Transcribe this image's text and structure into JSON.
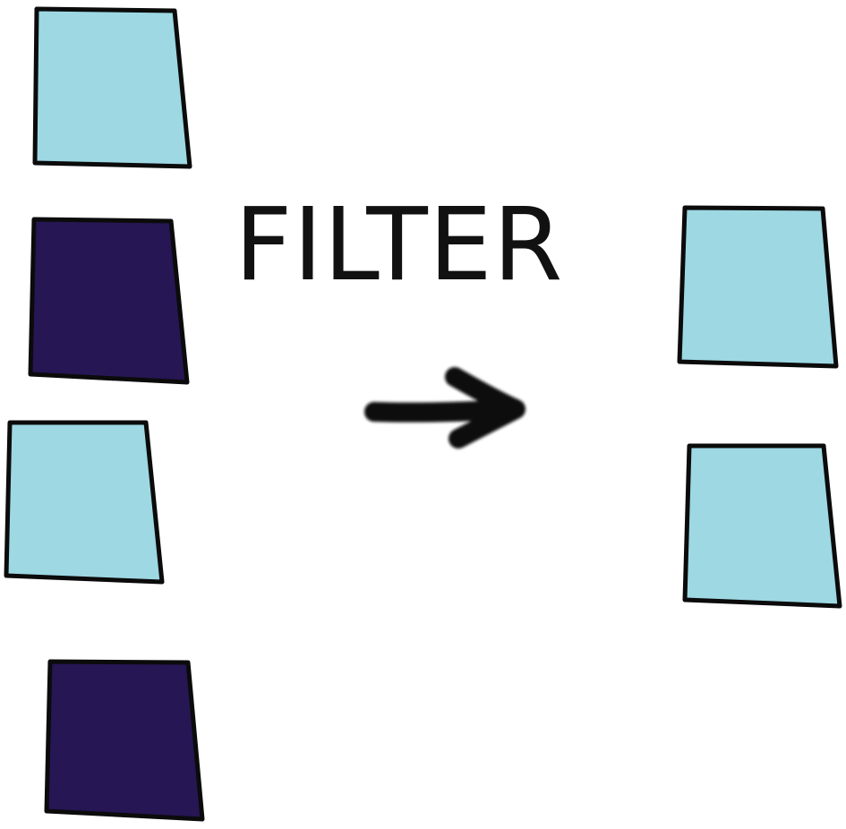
{
  "diagram": {
    "label": "FILTER",
    "colors": {
      "kept": "#9dd8e3",
      "removed": "#261654",
      "outline": "#0b0b0b",
      "arrow": "#0a0a0a"
    },
    "input_items": [
      {
        "kind": "kept"
      },
      {
        "kind": "removed"
      },
      {
        "kind": "kept"
      },
      {
        "kind": "removed"
      }
    ],
    "output_items": [
      {
        "kind": "kept"
      },
      {
        "kind": "kept"
      }
    ]
  }
}
